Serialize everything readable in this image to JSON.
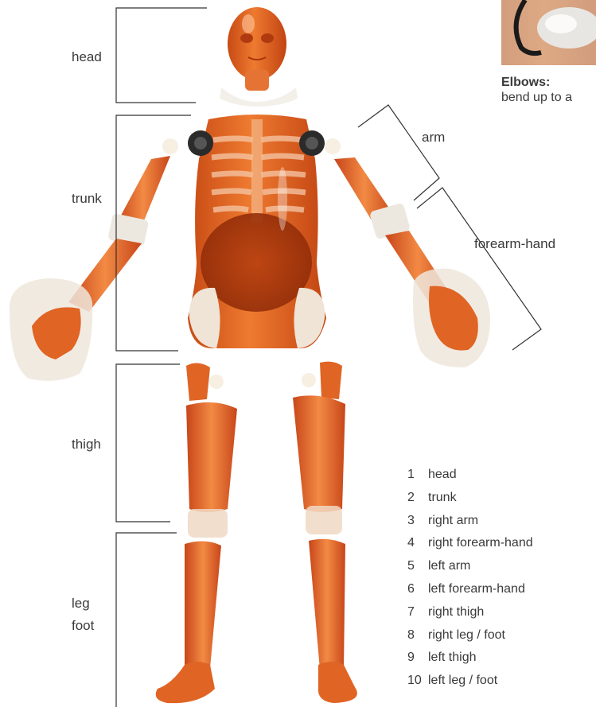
{
  "labels": {
    "head": "head",
    "trunk": "trunk",
    "arm": "arm",
    "forearm_hand": "forearm-hand",
    "thigh": "thigh",
    "leg": "leg",
    "foot": "foot"
  },
  "elbows": {
    "title": "Elbows:",
    "description": "bend up to a"
  },
  "parts": [
    {
      "num": "1",
      "name": "head"
    },
    {
      "num": "2",
      "name": "trunk"
    },
    {
      "num": "3",
      "name": "right arm"
    },
    {
      "num": "4",
      "name": "right forearm-hand"
    },
    {
      "num": "5",
      "name": "left arm"
    },
    {
      "num": "6",
      "name": "left forearm-hand"
    },
    {
      "num": "7",
      "name": "right thigh"
    },
    {
      "num": "8",
      "name": "right leg / foot"
    },
    {
      "num": "9",
      "name": "left thigh"
    },
    {
      "num": "10",
      "name": "left leg / foot"
    }
  ],
  "colors": {
    "body": "#e0641e",
    "body_dark": "#a8340c",
    "highlight": "#f8b080",
    "joint": "#f0ece4",
    "bracket": "#333333",
    "text": "#3a3a3a"
  },
  "icons": {
    "figure": "anatomical-dummy-illustration",
    "elbow_photo": "elbow-joint-photo"
  }
}
